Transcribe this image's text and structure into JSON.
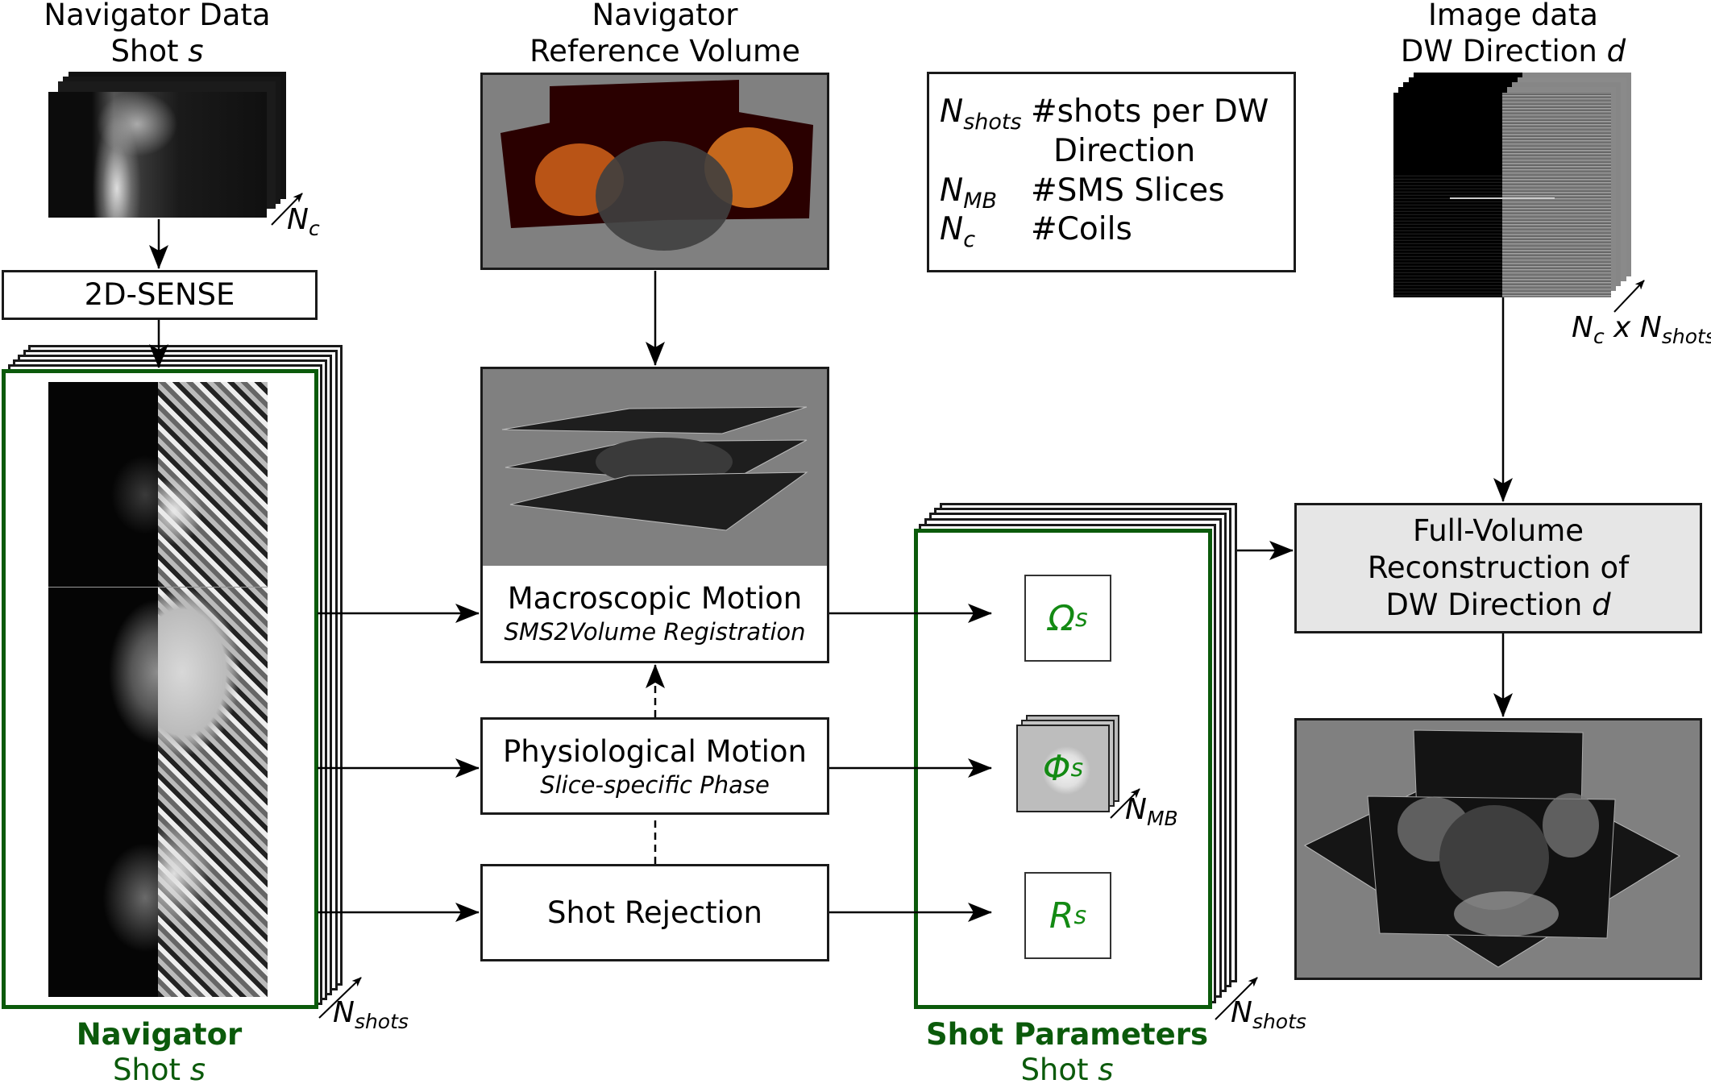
{
  "titles": {
    "nav_data": [
      "Navigator Data",
      "Shot "
    ],
    "nav_data_var": "s",
    "ref_volume": [
      "Navigator",
      "Reference Volume"
    ],
    "image_data": [
      "Image data",
      "DW Direction "
    ],
    "image_data_var": "d"
  },
  "legend": [
    {
      "symbol": "N",
      "subscript": "shots",
      "desc": "#shots per DW",
      "desc2": "Direction"
    },
    {
      "symbol": "N",
      "subscript": "MB",
      "desc": "#SMS Slices"
    },
    {
      "symbol": "N",
      "subscript": "c",
      "desc": "#Coils"
    }
  ],
  "boxes": {
    "sense": "2D-SENSE",
    "macro_title": "Macroscopic Motion",
    "macro_sub": "SMS2Volume Registration",
    "physio_title": "Physiological Motion",
    "physio_sub": "Slice-specific Phase",
    "rejection": "Shot Rejection",
    "recon": [
      "Full-Volume",
      "Reconstruction of",
      "DW Direction "
    ],
    "recon_var": "d"
  },
  "params": {
    "omega": {
      "symbol": "Ω",
      "sub": "s"
    },
    "phi": {
      "symbol": "Φ",
      "sub": "s"
    },
    "r": {
      "symbol": "R",
      "sub": "s"
    }
  },
  "dims": {
    "nc": {
      "symbol": "N",
      "sub": "c"
    },
    "nshots": {
      "symbol": "N",
      "sub": "shots"
    },
    "nmb": {
      "symbol": "N",
      "sub": "MB"
    },
    "ncxnshots": {
      "a": "N",
      "a_sub": "c",
      "x": " x ",
      "b": "N",
      "b_sub": "shots"
    }
  },
  "groups": {
    "navigator": {
      "bold": "Navigator",
      "line2": "Shot ",
      "var": "s"
    },
    "shot_params": {
      "bold": "Shot Parameters",
      "line2": "Shot ",
      "var": "s"
    }
  },
  "colors": {
    "green_border": "#0b5a0b",
    "green_param": "#138a13",
    "recon_fill": "#e6e6e6",
    "render_bg": "#808080"
  }
}
